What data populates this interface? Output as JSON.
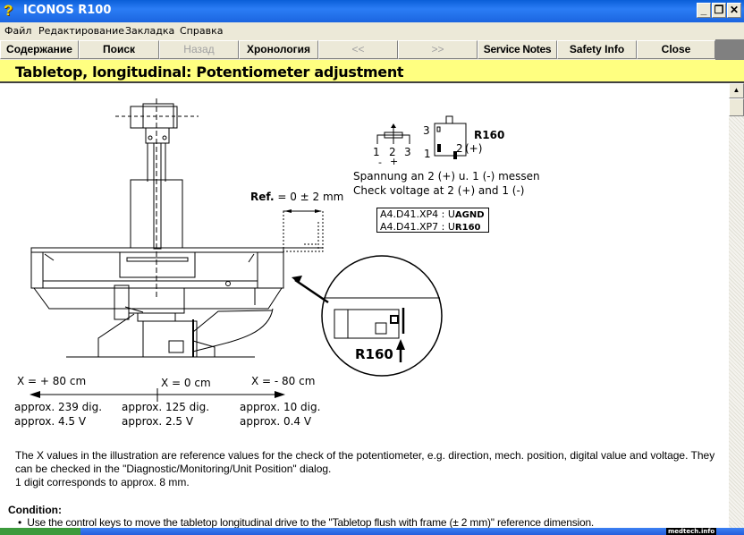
{
  "window": {
    "title": "ICONOS R100",
    "app_icon": "help-question-icon",
    "controls": {
      "minimize": "_",
      "restore": "❐",
      "close": "✕"
    }
  },
  "menu": [
    {
      "label": "Файл",
      "accel": "Ф"
    },
    {
      "label": "Редактирование",
      "accel": "Р"
    },
    {
      "label": "Закладка",
      "accel": "З"
    },
    {
      "label": "Справка",
      "accel": "С"
    }
  ],
  "toolbar": {
    "contents": "Содержание",
    "search": "Поиск",
    "back": "Назад",
    "history": "Хронология",
    "prev": "<<",
    "next": ">>",
    "service_notes": "Service Notes",
    "safety_info": "Safety Info",
    "close": "Close"
  },
  "heading": "Tabletop, longitudinal: Potentiometer adjustment",
  "diagram": {
    "ref_label": "Ref.",
    "ref_value": "= 0 ± 2 mm",
    "pot_pins": [
      "1",
      "2",
      "3"
    ],
    "pot_signs": [
      "-",
      "+"
    ],
    "connector_label": "R160",
    "connector_pin3": "3",
    "connector_pin1": "1",
    "connector_pin2": "2",
    "connector_plus": "(+)",
    "measure_de": "Spannung an 2 (+) u. 1 (-) messen",
    "measure_en": "Check voltage at 2 (+) and 1 (-)",
    "signals": [
      {
        "pin": "A4.D41.XP4 : U",
        "name": "AGND"
      },
      {
        "pin": "A4.D41.XP7 : U",
        "name": "R160"
      }
    ],
    "detail_label": "R160",
    "positions": [
      {
        "x": "X = + 80 cm",
        "digits": "approx. 239 dig.",
        "voltage": "approx. 4.5 V"
      },
      {
        "x": "X = 0 cm",
        "digits": "approx. 125 dig.",
        "voltage": "approx. 2.5 V"
      },
      {
        "x": "X = - 80 cm",
        "digits": "approx. 10 dig.",
        "voltage": "approx. 0.4 V"
      }
    ]
  },
  "text": {
    "paragraph1": "The X values in the illustration are reference values for the check of the potentiometer, e.g. direction, mech. position, digital value and voltage. They can be checked in the \"Diagnostic/Monitoring/Unit Position\" dialog.",
    "paragraph2": "1 digit corresponds to approx. 8 mm.",
    "condition_title": "Condition:",
    "bullet1": "Use the control keys to move the tabletop longitudinal drive to the \"Tabletop flush with frame (± 2 mm)\" reference dimension."
  },
  "watermark": "medtech.info"
}
